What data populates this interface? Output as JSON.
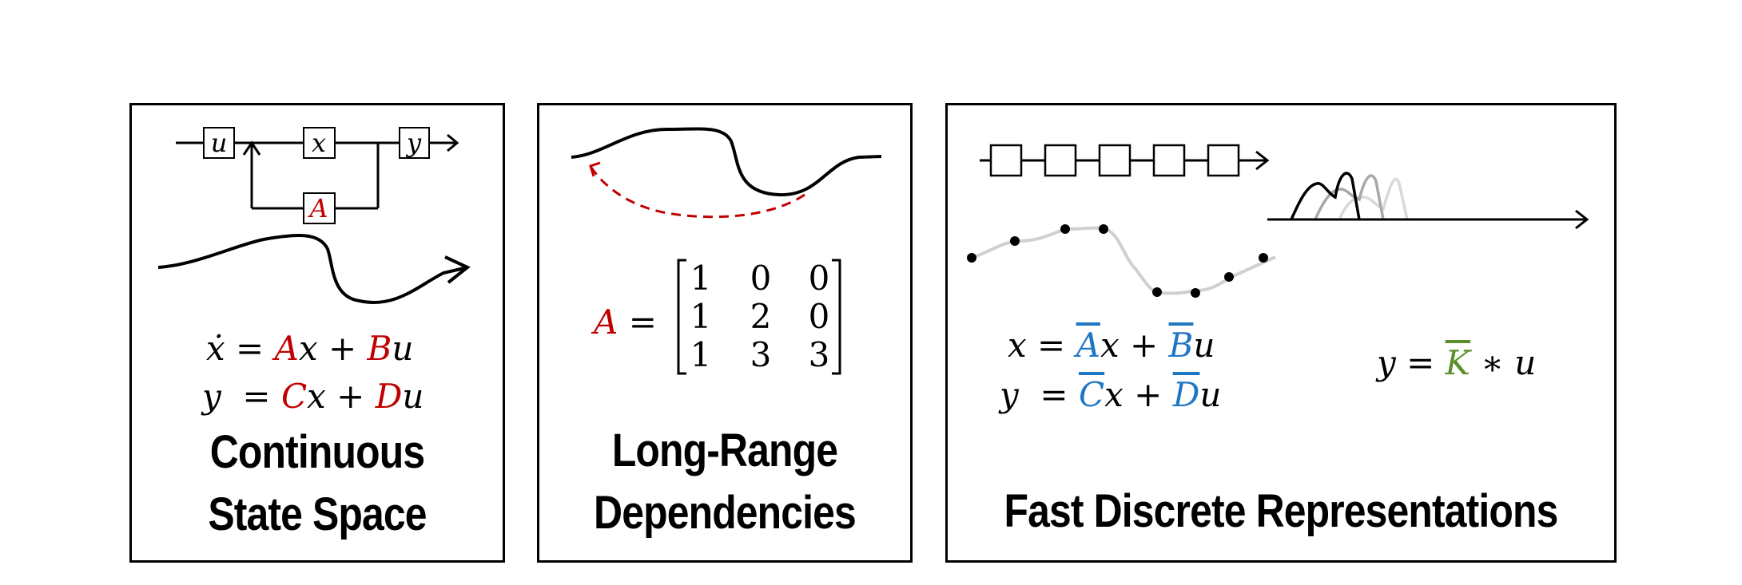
{
  "panels": [
    {
      "title_lines": [
        "Continuous",
        "State Space"
      ],
      "block_labels": {
        "input": "u",
        "state": "x",
        "output": "y",
        "feedback": "A"
      },
      "equations": [
        {
          "lhs": "ẋ",
          "m1": "A",
          "v1": "x",
          "m2": "B",
          "v2": "u"
        },
        {
          "lhs": "y",
          "m1": "C",
          "v1": "x",
          "m2": "D",
          "v2": "u"
        }
      ]
    },
    {
      "title_lines": [
        "Long-Range",
        "Dependencies"
      ],
      "matrix_name": "A",
      "matrix": [
        [
          "1",
          "0",
          "0"
        ],
        [
          "1",
          "2",
          "0"
        ],
        [
          "1",
          "3",
          "3"
        ]
      ]
    },
    {
      "title": "Fast Discrete Representations",
      "recurrent_equations": [
        {
          "lhs": "x",
          "m1": "A",
          "v1": "x",
          "m2": "B",
          "v2": "u"
        },
        {
          "lhs": "y",
          "m1": "C",
          "v1": "x",
          "m2": "D",
          "v2": "u"
        }
      ],
      "conv_equation": {
        "lhs": "y",
        "kernel": "K",
        "op": "∗",
        "input": "u"
      }
    }
  ],
  "colors": {
    "red": "#c00000",
    "blue": "#1f77c4",
    "green": "#5b8f2a",
    "gray_curve": "#d0d0d0"
  }
}
